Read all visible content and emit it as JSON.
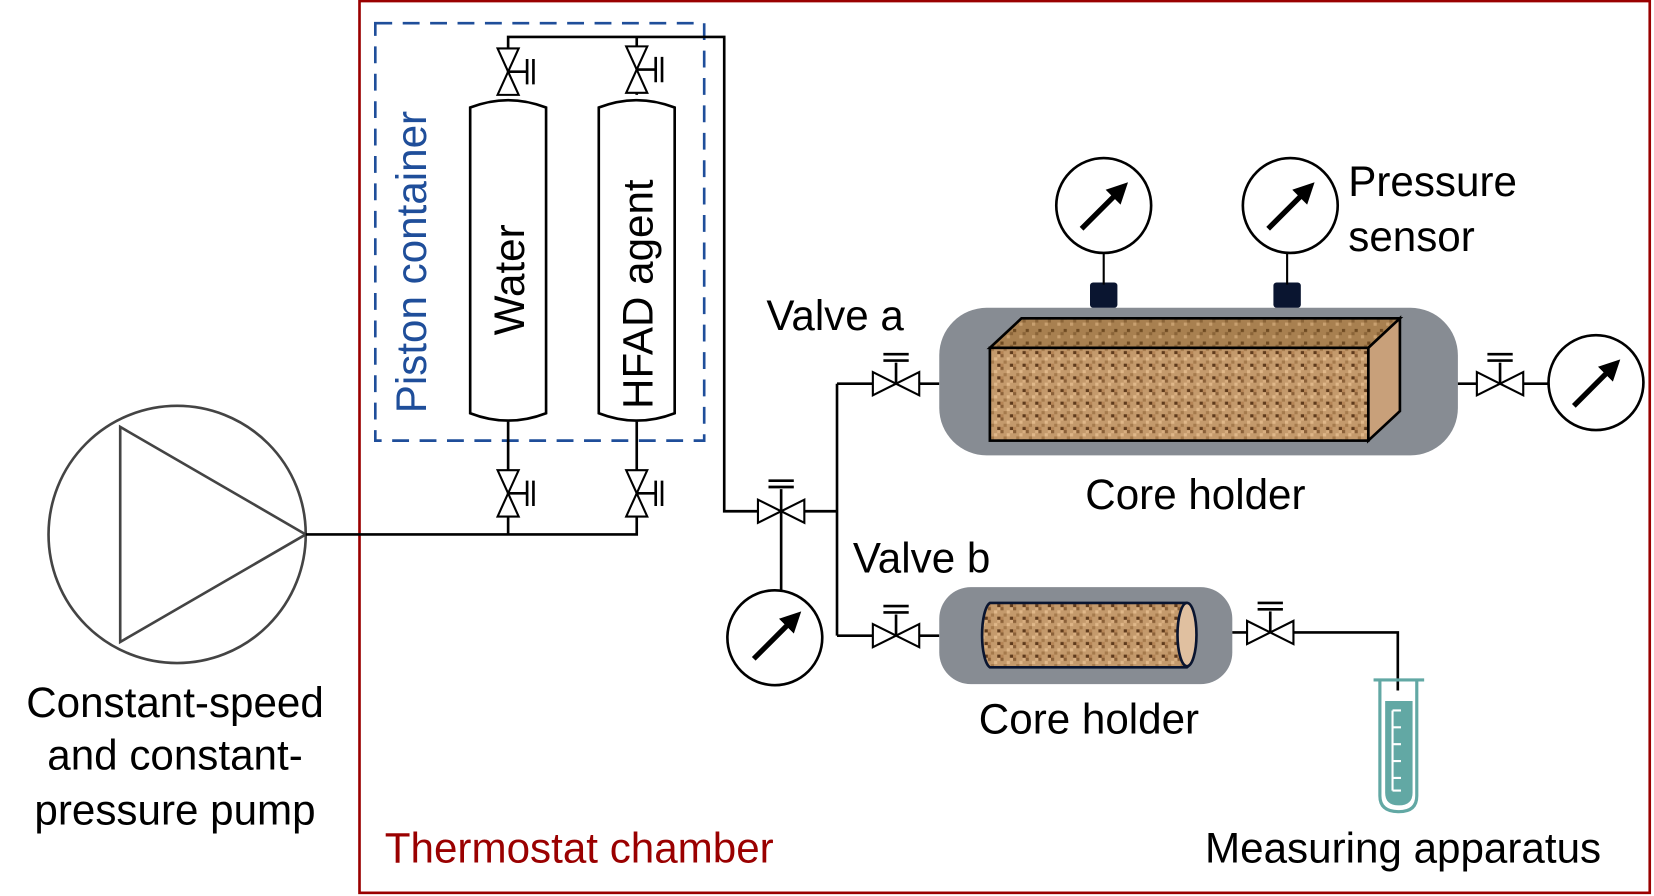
{
  "diagram": {
    "title": "Core flooding experimental setup",
    "colors": {
      "thermostat_border": "#9a0000",
      "thermostat_text": "#9a0000",
      "piston_border": "#1f4e9a",
      "piston_text": "#1f4e9a",
      "holder_gray": "#878c93",
      "core_fill": "#b08a5e",
      "core_dark": "#7a5530",
      "tube_teal": "#62a8a4",
      "sensor_base": "#0a1530"
    },
    "labels": {
      "pump": [
        "Constant-speed",
        "and constant-",
        "pressure pump"
      ],
      "thermostat": "Thermostat chamber",
      "piston_container": "Piston container",
      "tank_water": "Water",
      "tank_hfad": "HFAD agent",
      "valve_a": "Valve a",
      "valve_b": "Valve b",
      "core_holder_top": "Core holder",
      "core_holder_bottom": "Core holder",
      "pressure_sensor": [
        "Pressure",
        "sensor"
      ],
      "measuring": "Measuring apparatus"
    }
  }
}
